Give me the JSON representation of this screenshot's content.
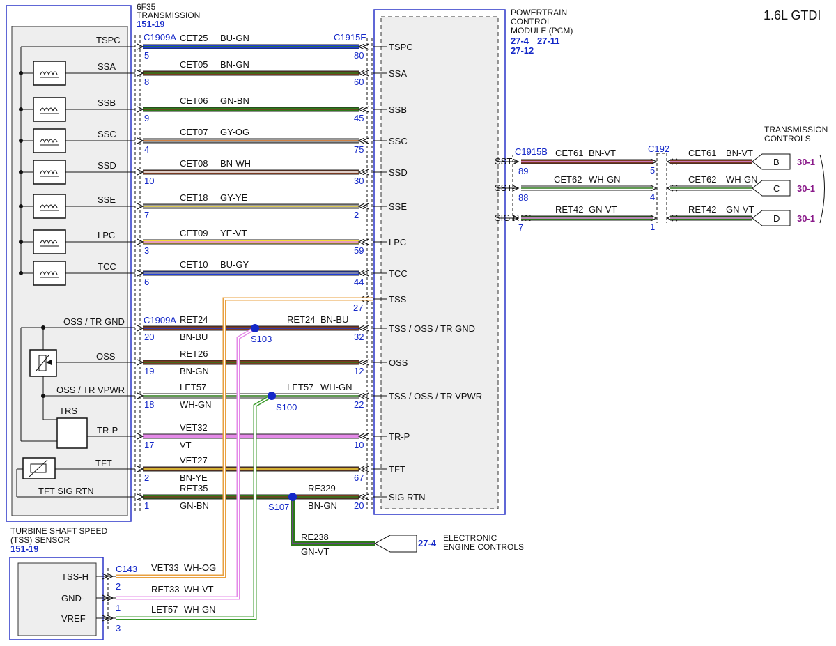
{
  "title": "1.6L GTDI",
  "colors": {
    "box_outline": "#2b35c8",
    "wire_blue": "#1f3dd8",
    "wire_brown": "#7a3a22",
    "wire_green": "#2d7a1a",
    "wire_yellow": "#f2d73a",
    "wire_violet": "#e48ae8",
    "wire_gray": "#9a9a9a",
    "wire_orange": "#e07a2a",
    "wire_white": "#ffffff",
    "wire_red": "#d23232",
    "splice_dot": "#1428c8",
    "ref_purple": "#8a1a8a"
  },
  "transmission": {
    "name_line1": "6F35",
    "name_line2": "TRANSMISSION",
    "ref": "151-19",
    "connector_top": "C1909A",
    "connector_mid": "C1909A",
    "component_labels": [
      "TSPC",
      "SSA",
      "SSB",
      "SSC",
      "SSD",
      "SSE",
      "LPC",
      "TCC",
      "OSS / TR GND",
      "OSS",
      "OSS / TR VPWR",
      "TRS",
      "TR-P",
      "TFT",
      "TFT SIG RTN"
    ]
  },
  "pcm": {
    "name_line1": "POWERTRAIN",
    "name_line2": "CONTROL",
    "name_line3": "MODULE (PCM)",
    "ref_line1a": "27-4",
    "ref_line1b": "27-11",
    "ref_line2": "27-12",
    "connector_top": "C1915E",
    "connector_right": "C1915B",
    "pin_labels": [
      "TSPC",
      "SSA",
      "SSB",
      "SSC",
      "SSD",
      "SSE",
      "LPC",
      "TCC",
      "TSS",
      "TSS / OSS / TR GND",
      "OSS",
      "TSS / OSS / TR VPWR",
      "TR-P",
      "TFT",
      "SIG RTN"
    ],
    "right_pin_labels": [
      "SST+",
      "SST-",
      "SIG RTN"
    ]
  },
  "wires": [
    {
      "circuit": "CET25",
      "color": "BU-GN",
      "tx_pin": "5",
      "pcm_pin": "80"
    },
    {
      "circuit": "CET05",
      "color": "BN-GN",
      "tx_pin": "8",
      "pcm_pin": "60"
    },
    {
      "circuit": "CET06",
      "color": "GN-BN",
      "tx_pin": "9",
      "pcm_pin": "45"
    },
    {
      "circuit": "CET07",
      "color": "GY-OG",
      "tx_pin": "4",
      "pcm_pin": "75"
    },
    {
      "circuit": "CET08",
      "color": "BN-WH",
      "tx_pin": "10",
      "pcm_pin": "30"
    },
    {
      "circuit": "CET18",
      "color": "GY-YE",
      "tx_pin": "7",
      "pcm_pin": "2"
    },
    {
      "circuit": "CET09",
      "color": "YE-VT",
      "tx_pin": "3",
      "pcm_pin": "59"
    },
    {
      "circuit": "CET10",
      "color": "BU-GY",
      "tx_pin": "6",
      "pcm_pin": "44"
    }
  ],
  "tss_pin": "27",
  "lower_wires": [
    {
      "circuit": "RET24",
      "color": "BN-BU",
      "tx_pin": "20",
      "pcm_circuit": "RET24",
      "pcm_color": "BN-BU",
      "pcm_pin": "32",
      "splice": "S103"
    },
    {
      "circuit": "RET26",
      "color": "BN-GN",
      "tx_pin": "19",
      "pcm_pin": "12"
    },
    {
      "circuit": "LET57",
      "color": "WH-GN",
      "tx_pin": "18",
      "pcm_circuit": "LET57",
      "pcm_color": "WH-GN",
      "pcm_pin": "22",
      "splice": "S100"
    },
    {
      "circuit": "VET32",
      "color": "VT",
      "tx_pin": "17",
      "pcm_pin": "10"
    },
    {
      "circuit": "VET27",
      "color": "BN-YE",
      "tx_pin": "2",
      "pcm_pin": "67"
    },
    {
      "circuit": "RET35",
      "color": "GN-BN",
      "tx_pin": "1",
      "pcm_circuit": "RE329",
      "pcm_color": "BN-GN",
      "pcm_pin": "20",
      "splice": "S107"
    }
  ],
  "eec": {
    "circuit": "RE238",
    "color": "GN-VT",
    "ref": "27-4",
    "label_line1": "ELECTRONIC",
    "label_line2": "ENGINE CONTROLS"
  },
  "tss_sensor": {
    "name_line1": "TURBINE SHAFT SPEED",
    "name_line2": "(TSS) SENSOR",
    "ref": "151-19",
    "connector": "C143",
    "pins": [
      {
        "label": "TSS-H",
        "pin": "2",
        "circuit": "VET33",
        "color": "WH-OG"
      },
      {
        "label": "GND-",
        "pin": "1",
        "circuit": "RET33",
        "color": "WH-VT"
      },
      {
        "label": "VREF",
        "pin": "3",
        "circuit": "LET57",
        "color": "WH-GN"
      }
    ]
  },
  "tcs": {
    "heading_line1": "TRANSMISSION",
    "heading_line2": "CONTROLS",
    "inline_connector": "C192",
    "rows": [
      {
        "pcm_pin": "89",
        "circuit": "CET61",
        "color": "BN-VT",
        "c192_pin": "5",
        "far_circuit": "CET61",
        "far_color": "BN-VT",
        "letter": "B",
        "ref": "30-1"
      },
      {
        "pcm_pin": "88",
        "circuit": "CET62",
        "color": "WH-GN",
        "c192_pin": "4",
        "far_circuit": "CET62",
        "far_color": "WH-GN",
        "letter": "C",
        "ref": "30-1"
      },
      {
        "pcm_pin": "7",
        "circuit": "RET42",
        "color": "GN-VT",
        "c192_pin": "1",
        "far_circuit": "RET42",
        "far_color": "GN-VT",
        "letter": "D",
        "ref": "30-1"
      }
    ]
  }
}
